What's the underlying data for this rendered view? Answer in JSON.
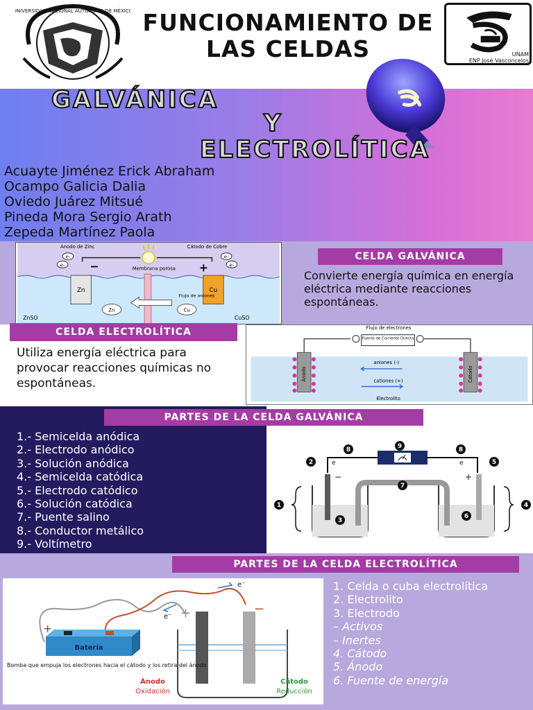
{
  "header": {
    "title": "FUNCIONAMIENTO DE\nLAS CELDAS",
    "unam_seal_text": "UNIVERSIDAD NACIONAL AUTÓNOMA DE MÉXICO",
    "enp_logo_line1": "UNAM",
    "enp_logo_line2": "ENP José Vasconcelos"
  },
  "banner": {
    "title_line1": "GALVÁNICA",
    "title_line2": "Y",
    "title_line3": "ELECTROLÍTICA",
    "authors": [
      "Acuayte Jiménez Erick Abraham",
      "Ocampo Galicia Dalia",
      "Oviedo Juárez Mitsué",
      "Pineda Mora Sergio Arath",
      "Zepeda Martínez Paola"
    ]
  },
  "galvanic": {
    "label": "CELDA GALVÁNICA",
    "description": "Convierte energía química en energía eléctrica mediante reacciones espontáneas.",
    "diagram": {
      "anode_label": "Ánodo de Zinc",
      "cathode_label": "Cátodo de Cobre",
      "membrane": "Membrana porosa",
      "flow": "Flujo de aniones",
      "electron": "e-",
      "zn": "Zn",
      "cu": "Cu",
      "zn2": "Zn",
      "cu2": "Cu",
      "znso4": "ZnSO",
      "cuso4": "CuSO",
      "minus": "−",
      "plus": "+"
    }
  },
  "electrolytic": {
    "label": "CELDA ELECTROLÍTICA",
    "description": "Utiliza energía eléctrica para provocar reacciones químicas no espontáneas.",
    "diagram": {
      "flow": "Flujo de electrones",
      "source": "Fuente de Corriente Directa",
      "anions": "aniones (-)",
      "cations": "cationes (+)",
      "electrolyte": "Electrolito",
      "anode": "Ánodo",
      "cathode": "Cátodo"
    }
  },
  "parts_galvanic": {
    "label": "PARTES DE LA CELDA GALVÁNICA",
    "items": [
      "1.- Semicelda anódica",
      "2.- Electrodo anódico",
      "3.- Solución anódica",
      "4.- Semicelda catódica",
      "5.- Electrodo catódico",
      "6.- Solución catódica",
      "7.- Puente salino",
      "8.- Conductor metálico",
      "9.- Voltímetro"
    ],
    "diagram_numbers": [
      "1",
      "2",
      "3",
      "4",
      "5",
      "6",
      "7",
      "8",
      "8",
      "9"
    ]
  },
  "parts_electrolytic": {
    "label": "PARTES DE LA CELDA ELECTROLÍTICA",
    "items": [
      "1. Celda o cuba electrolítica",
      "2. Electrolito",
      "3. Electrodo",
      "– Activos",
      "– Inertes",
      "4. Cátodo",
      "5. Ánodo",
      "6. Fuente de energía"
    ],
    "diagram": {
      "battery": "Batería",
      "pump_note": "Bomba que empuja los electrones hacia el cátodo y los retira del ánodo",
      "anode": "Ánodo",
      "oxidation": "Oxidación",
      "cathode": "Cátodo",
      "reduction": "Reducción",
      "electron": "e⁻"
    }
  },
  "colors": {
    "label_purple": "#a43ca5",
    "navy": "#241a5e",
    "lavender": "#b7a9dd"
  }
}
